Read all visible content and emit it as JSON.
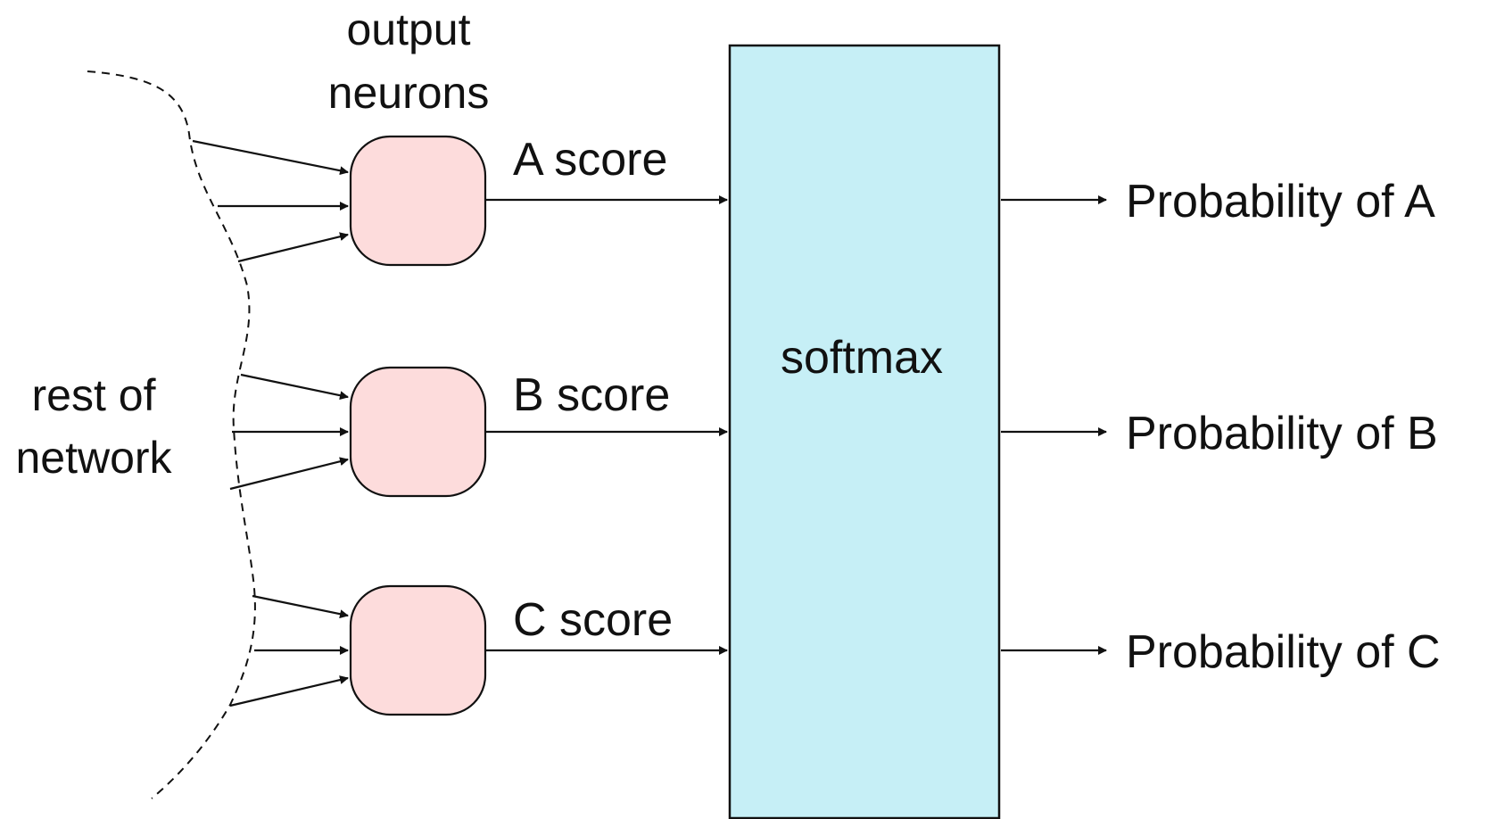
{
  "labels": {
    "output_neurons": [
      "output",
      "neurons"
    ],
    "rest_of_network": [
      "rest of",
      "network"
    ],
    "softmax": "softmax"
  },
  "neurons": [
    {
      "score_label": "A score",
      "output_label": "Probability of A"
    },
    {
      "score_label": "B score",
      "output_label": "Probability of B"
    },
    {
      "score_label": "C score",
      "output_label": "Probability of C"
    }
  ],
  "colors": {
    "neuron_fill": "#fddcdc",
    "softmax_fill": "#c6eff6",
    "stroke": "#111111",
    "background": "#ffffff"
  }
}
